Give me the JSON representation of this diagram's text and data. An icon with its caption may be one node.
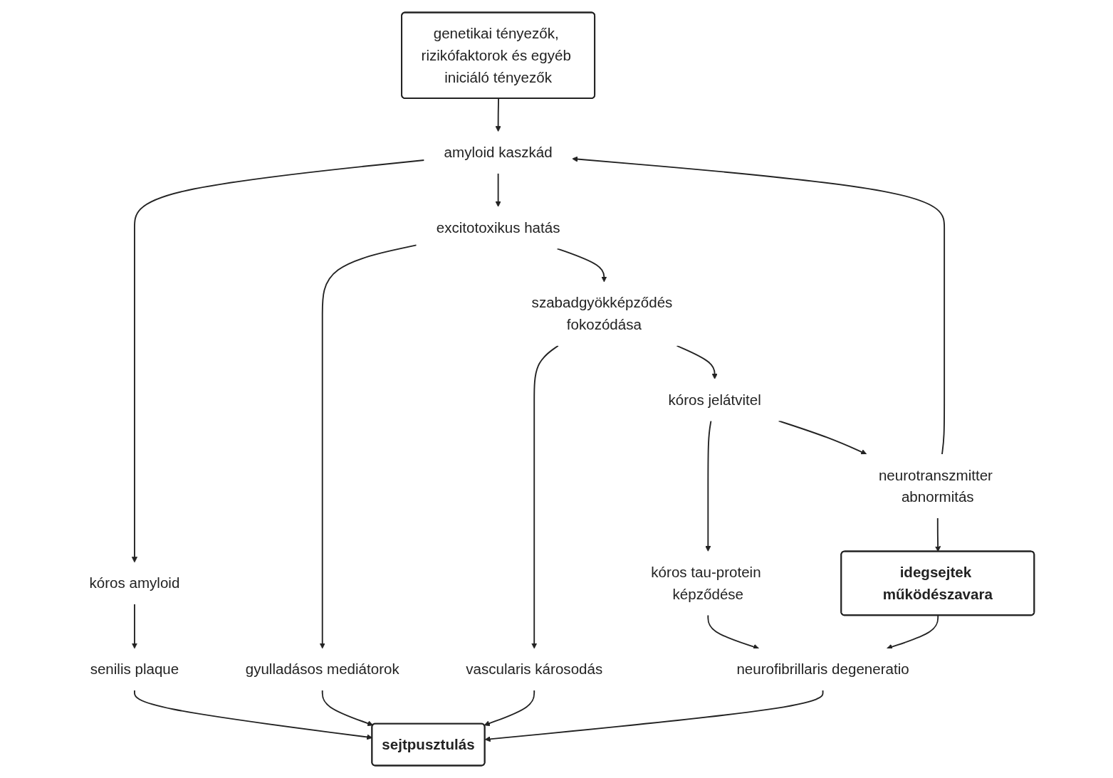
{
  "diagram": {
    "nodes": [
      {
        "text": [
          "genetikai tényezők, rizikófaktorok és egyéb iniciáló tényezők"
        ]
      },
      {
        "text": [
          "amyloid kaszkád"
        ]
      },
      {
        "text": [
          "kóros amyloid"
        ]
      },
      {
        "text": [
          "senilis plaque"
        ]
      },
      {
        "text": [
          "excitotoxikus hatás"
        ]
      },
      {
        "text": [
          "gyulladásos mediátorok"
        ]
      },
      {
        "text": [
          "sejtpusztulás"
        ]
      },
      {
        "text": [
          "szabadgyökképződés fokozódása"
        ]
      },
      {
        "text": [
          "vascularis károsodás"
        ]
      },
      {
        "text": [
          "kóros jelátvitel"
        ]
      },
      {
        "text": [
          "kóros tau-protein képződése"
        ]
      },
      {
        "text": [
          "neurofibrillaris degeneratio"
        ]
      },
      {
        "text": [
          "neurotranszmitter abnormitás"
        ]
      },
      {
        "text": [
          "idegsejtek működészavara"
        ]
      }
    ],
    "edges": [
      {
        "from": 0,
        "to": 1,
        "arrow": "to"
      },
      {
        "from": 1,
        "to": 2,
        "arrow": "to"
      },
      {
        "from": 2,
        "to": 3,
        "arrow": "to"
      },
      {
        "from": 1,
        "to": 4,
        "arrow": "to"
      },
      {
        "from": 3,
        "to": 6,
        "arrow": "to"
      },
      {
        "from": 4,
        "to": 5,
        "arrow": "to"
      },
      {
        "from": 4,
        "to": 7,
        "arrow": "to"
      },
      {
        "from": 5,
        "to": 6,
        "arrow": "to"
      },
      {
        "from": 7,
        "to": 8,
        "arrow": "to"
      },
      {
        "from": 8,
        "to": 6,
        "arrow": "to"
      },
      {
        "from": 7,
        "to": 9,
        "arrow": "to"
      },
      {
        "from": 9,
        "to": 10,
        "arrow": "to"
      },
      {
        "from": 10,
        "to": 11,
        "arrow": "to"
      },
      {
        "from": 9,
        "to": 12,
        "arrow": "to"
      },
      {
        "from": 11,
        "to": 6,
        "arrow": "to"
      },
      {
        "from": 12,
        "to": 13,
        "arrow": "to"
      },
      {
        "from": 13,
        "to": 11,
        "arrow": "to"
      },
      {
        "from": 12,
        "to": 1,
        "arrow": "to"
      }
    ]
  }
}
